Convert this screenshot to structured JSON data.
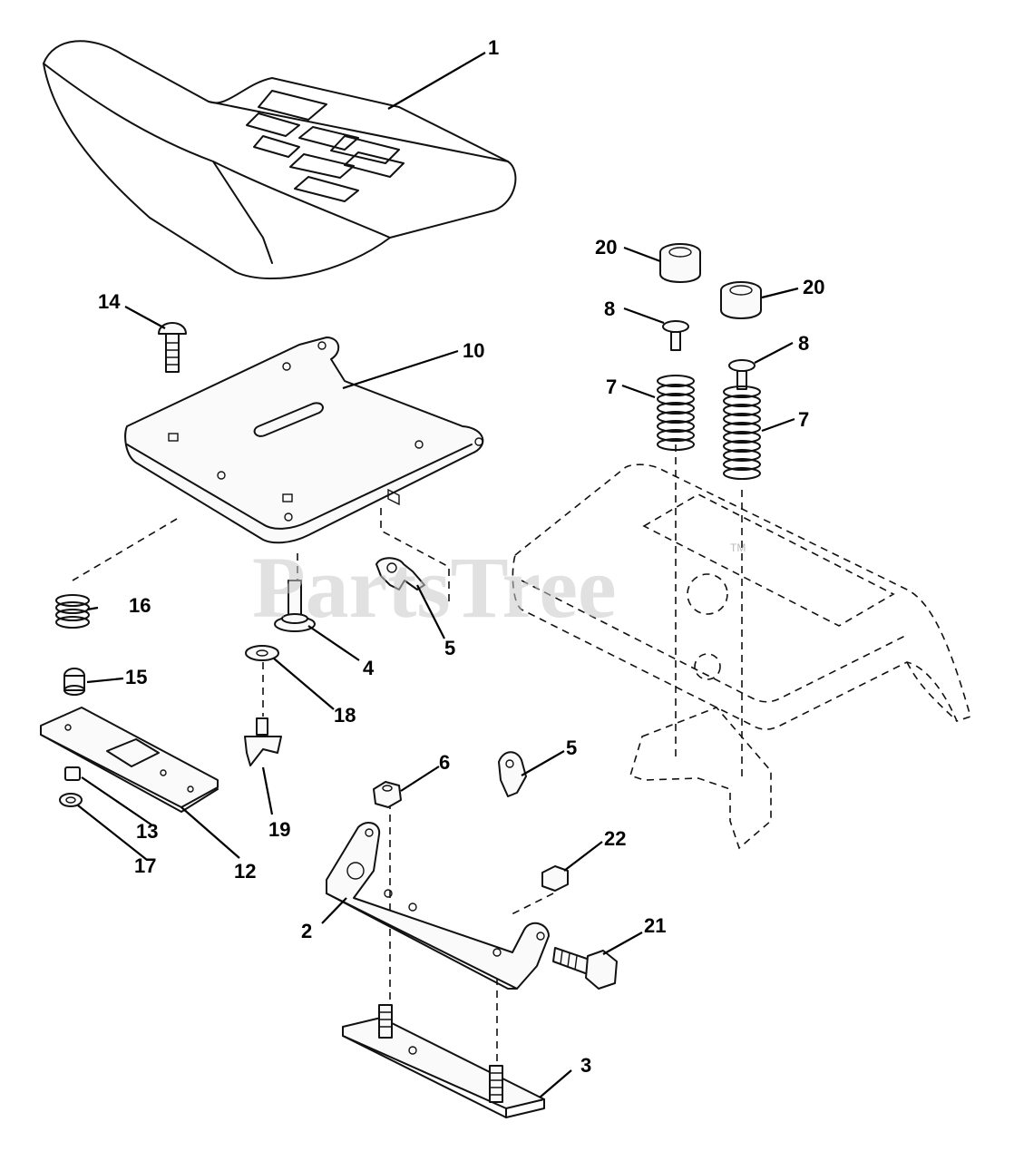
{
  "watermark": {
    "text": "PartsTree",
    "trademark": "TM"
  },
  "callouts": {
    "c1": "1",
    "c2": "2",
    "c3": "3",
    "c4": "4",
    "c5a": "5",
    "c5b": "5",
    "c6": "6",
    "c7a": "7",
    "c7b": "7",
    "c8a": "8",
    "c8b": "8",
    "c10": "10",
    "c12": "12",
    "c13": "13",
    "c14": "14",
    "c15": "15",
    "c16": "16",
    "c17": "17",
    "c18": "18",
    "c19": "19",
    "c20a": "20",
    "c20b": "20",
    "c21": "21",
    "c22": "22"
  }
}
